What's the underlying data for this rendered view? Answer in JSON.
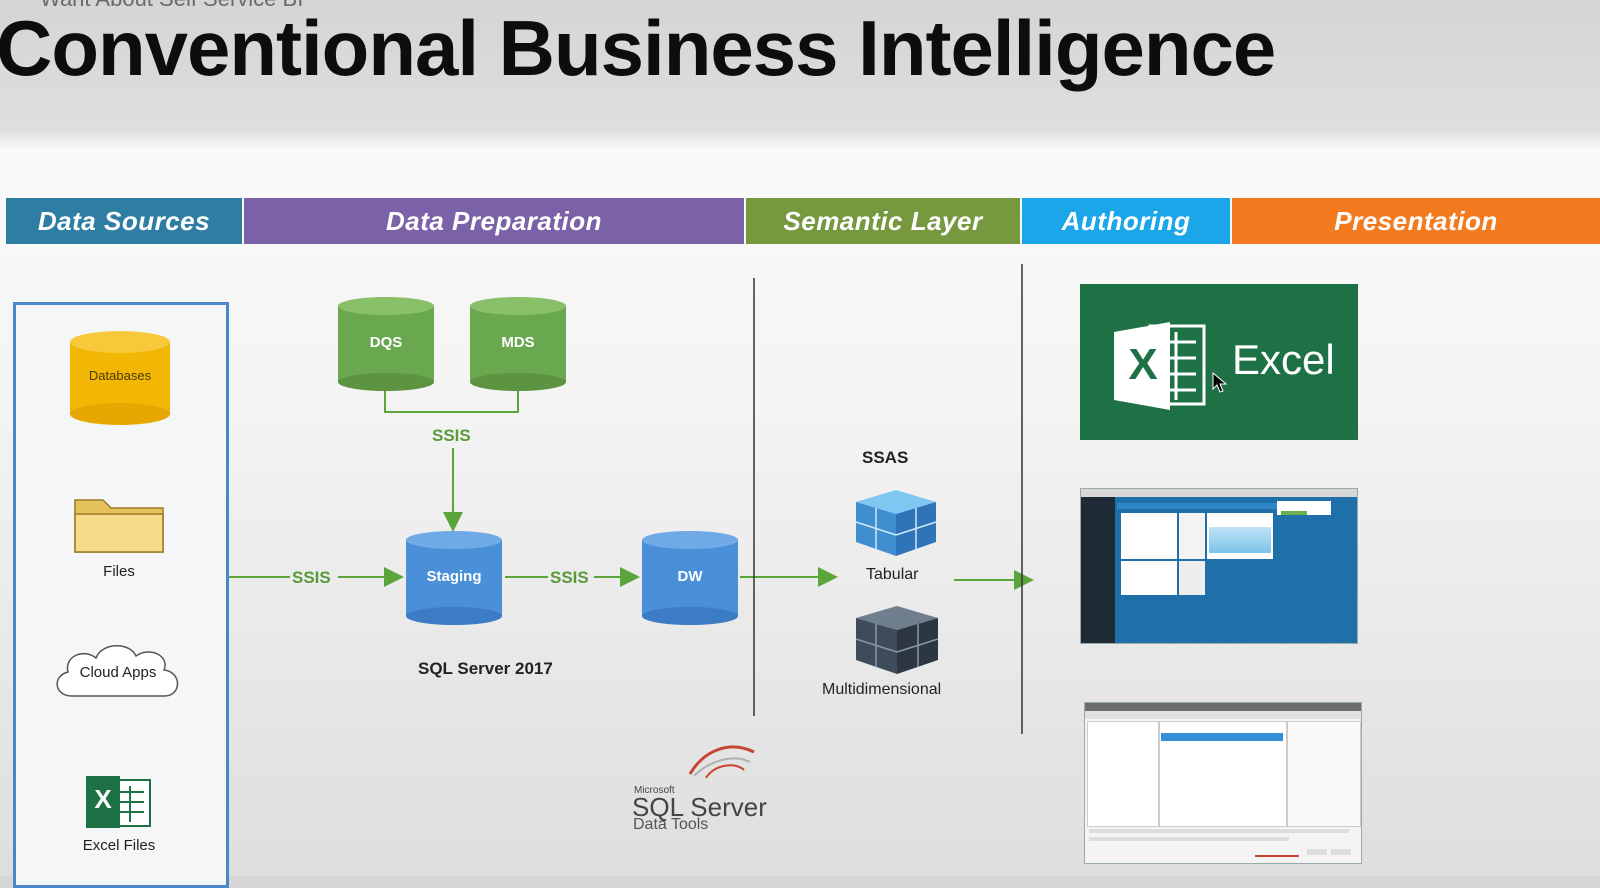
{
  "slide": {
    "top_cut_text": "Want About Self Service BI",
    "title": "Conventional Business Intelligence"
  },
  "stages": [
    {
      "label": "Data Sources",
      "color": "#2e7ea3"
    },
    {
      "label": "Data Preparation",
      "color": "#7b62a8"
    },
    {
      "label": "Semantic Layer",
      "color": "#76983f"
    },
    {
      "label": "Authoring",
      "color": "#1aa6e8"
    },
    {
      "label": "Presentation",
      "color": "#f37a1f"
    }
  ],
  "sources": {
    "databases": "Databases",
    "files": "Files",
    "cloud_apps": "Cloud Apps",
    "excel_files": "Excel Files"
  },
  "prep": {
    "dqs": "DQS",
    "mds": "MDS",
    "ssis_top": "SSIS",
    "ssis_in": "SSIS",
    "staging": "Staging",
    "ssis_mid": "SSIS",
    "dw": "DW",
    "server": "SQL Server 2017",
    "ssdt_microsoft": "Microsoft",
    "ssdt_sql": "SQL Server",
    "ssdt_tools": "Data Tools"
  },
  "semantic": {
    "ssas": "SSAS",
    "tabular": "Tabular",
    "multidimensional": "Multidimensional"
  },
  "presentation": {
    "excel_tile": "Excel",
    "excel_letter": "X"
  },
  "colors": {
    "green_cylinder": "#6aa84f",
    "blue_cylinder": "#4a90d9",
    "gold_cylinder": "#f2b705",
    "excel_green": "#1d7145",
    "arrow_green": "#5ca53a"
  }
}
